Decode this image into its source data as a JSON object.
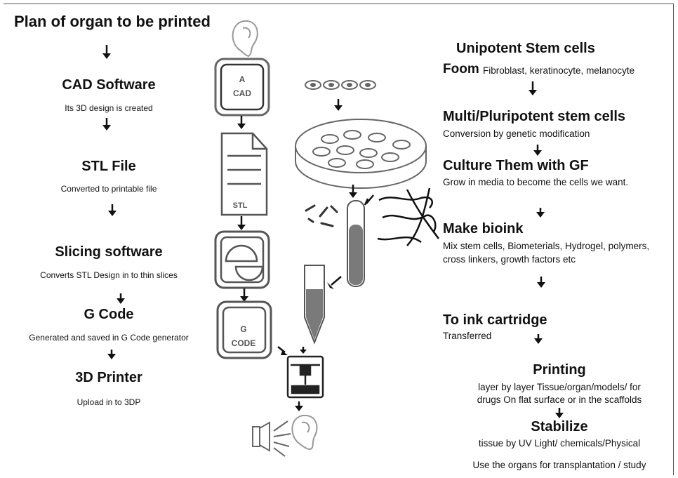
{
  "left_steps": [
    {
      "title": "Plan of organ to be printed",
      "desc": ""
    },
    {
      "title": "CAD Software",
      "desc": "Its 3D design is created"
    },
    {
      "title": "STL File",
      "desc": "Converted to printable file"
    },
    {
      "title": "Slicing software",
      "desc": "Converts STL Design in to thin slices"
    },
    {
      "title": "G Code",
      "desc": "Generated and saved in G Code generator"
    },
    {
      "title": "3D Printer",
      "desc": "Upload in to 3DP"
    }
  ],
  "icons": {
    "cad_line1": "A",
    "cad_line2": "CAD",
    "stl_label": "STL",
    "gcode_line1": "G",
    "gcode_line2": "CODE"
  },
  "right_steps": {
    "unipotent_title": "Unipotent Stem cells",
    "unipotent_from": "Foom",
    "unipotent_desc": "Fibroblast, keratinocyte, melanocyte",
    "multi_title": "Multi/Pluripotent stem cells",
    "multi_desc": "Conversion by genetic modification",
    "culture_title": "Culture Them with GF",
    "culture_desc": "Grow in media to become the cells we want.",
    "bioink_title": "Make bioink",
    "bioink_desc1": "Mix stem cells, Biometerials, Hydrogel,  polymers,",
    "bioink_desc2": "cross linkers, growth factors etc",
    "cartridge_title": "To ink cartridge",
    "cartridge_desc": "Transferred",
    "printing_title": "Printing",
    "printing_desc1": "layer by layer Tissue/organ/models/ for",
    "printing_desc2": "drugs  On flat surface or in the scaffolds",
    "stabilize_title": "Stabilize",
    "stabilize_desc": "tissue by UV Light/ chemicals/Physical",
    "final": "Use the organs for transplantation / study"
  }
}
